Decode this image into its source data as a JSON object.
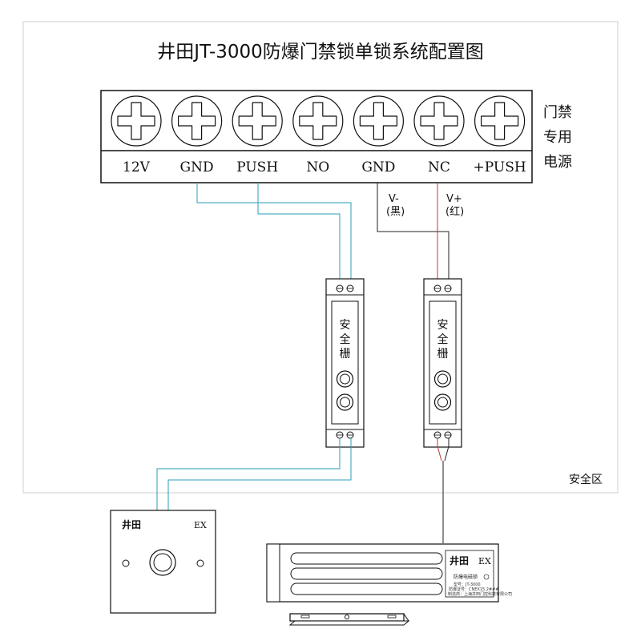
{
  "title": "井田JT-3000防爆门禁锁单锁系统配置图",
  "power_supply": {
    "terminals": [
      "12V",
      "GND",
      "PUSH",
      "NO",
      "GND",
      "NC",
      "+PUSH"
    ],
    "side_label": [
      "门禁",
      "专用",
      "电源"
    ]
  },
  "wire_labels": {
    "neg": "V-",
    "neg_color": "(黑)",
    "pos": "V+",
    "pos_color": "(红)"
  },
  "barrier_label": [
    "安",
    "全",
    "栅"
  ],
  "safe_area_label": "安全区",
  "button_panel": {
    "brand": "井田",
    "mark": "EX"
  },
  "maglock": {
    "brand": "井田",
    "mark": "EX",
    "product": "防爆电磁锁",
    "model_line": "型号：JT-3000",
    "cert_line": "防爆证号：CNEX15.2###",
    "maker_line": "制造商：上海井田门控科技有限公司"
  },
  "colors": {
    "cyan_wire": "#2a9fb8",
    "red_wire": "#c0392b",
    "black_wire": "#222222",
    "outline": "#111111",
    "safe_area_border": "#cfcfcf"
  }
}
